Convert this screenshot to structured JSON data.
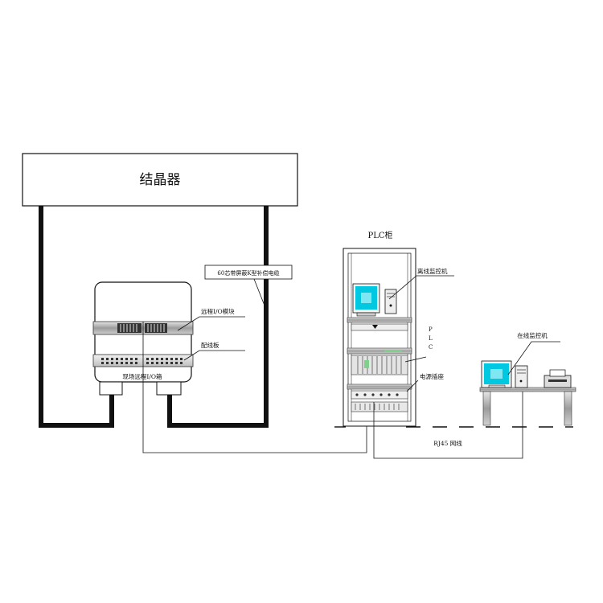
{
  "diagram": {
    "crystallizer": "结晶器",
    "plc_cabinet_title": "PLC柜",
    "cable_label": "60芯带屏蔽K型补偿电缆",
    "remote_io_module": "远程I/O模块",
    "wiring_board": "配线板",
    "field_io_box": "现场远程I/O箱",
    "offline_monitor": "离线监控机",
    "plc_letters": [
      "P",
      "L",
      "C"
    ],
    "power_socket": "电源插座",
    "online_monitor": "在线监控机",
    "network": "RJ45 网线"
  },
  "colors": {
    "line": "#111111",
    "screen": "#00c8e0",
    "screen_inner": "#7fe7f2",
    "rack_gray": "#9a9a9a",
    "module_green": "#7fd08a"
  }
}
